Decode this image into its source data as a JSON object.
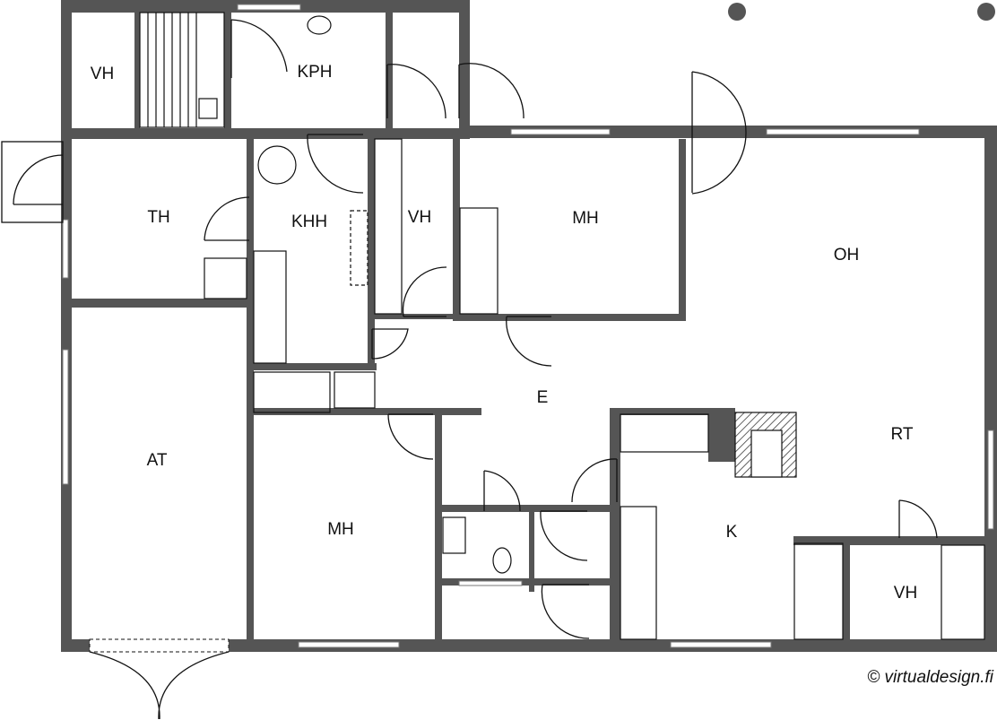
{
  "rooms": {
    "vh_top": "VH",
    "kph": "KPH",
    "th": "TH",
    "khh": "KHH",
    "vh_mid": "VH",
    "mh_top": "MH",
    "oh": "OH",
    "e": "E",
    "rt": "RT",
    "at": "AT",
    "mh_bottom": "MH",
    "k": "K",
    "vh_right": "VH"
  },
  "copyright": "© virtualdesign.fi",
  "colors": {
    "wall": "#555555",
    "line": "#111111",
    "background": "#ffffff"
  }
}
